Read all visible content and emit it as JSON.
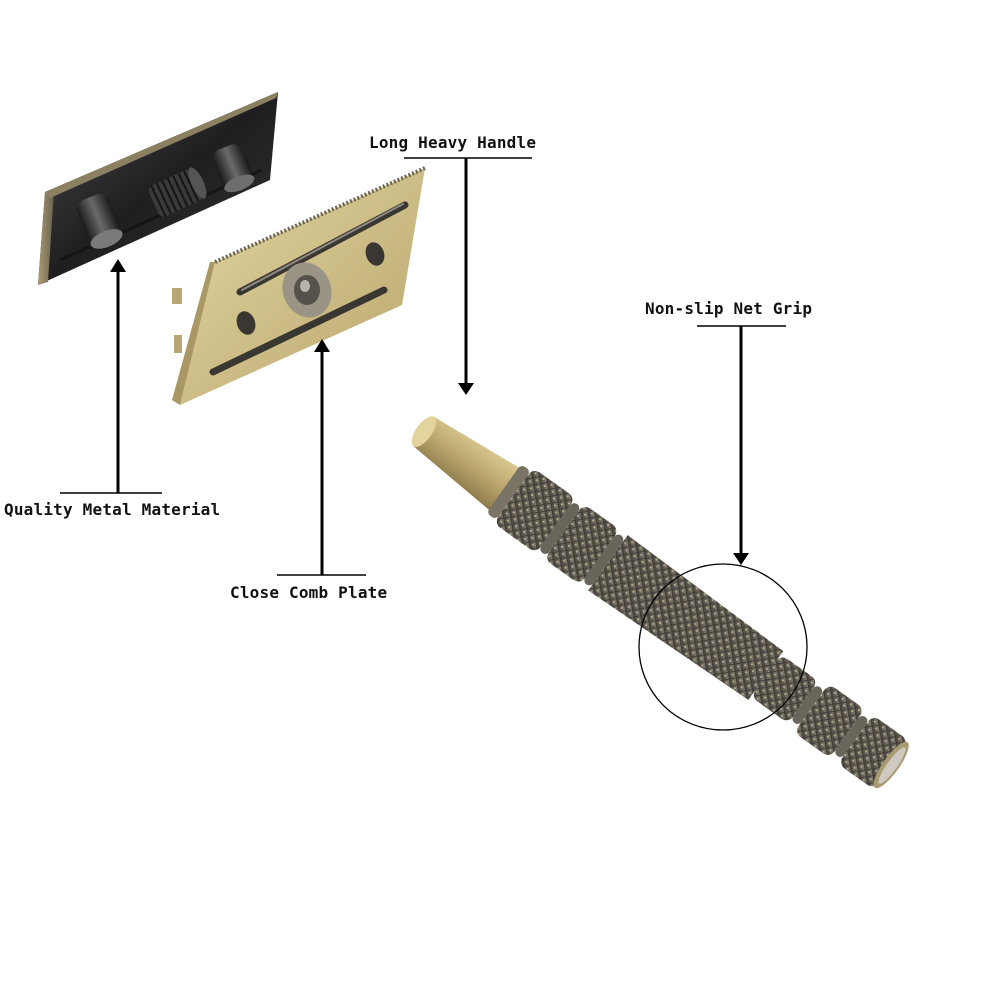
{
  "diagram": {
    "subject": "Safety razor (exploded view)",
    "background": "#ffffff",
    "parts": [
      {
        "id": "top-cap",
        "name": "Top cap with screw and pins",
        "color": "#2b2a2c"
      },
      {
        "id": "base-plate",
        "name": "Comb base plate",
        "color": "#cfc08a"
      },
      {
        "id": "handle",
        "name": "Knurled handle",
        "color": "#6d685e",
        "tip_color": "#bfae78"
      }
    ],
    "callouts": [
      {
        "id": "long-heavy-handle",
        "label": "Long Heavy Handle",
        "target": "handle",
        "arrow": "down"
      },
      {
        "id": "non-slip-net-grip",
        "label": "Non-slip Net Grip",
        "target": "handle-grip-circle",
        "arrow": "down"
      },
      {
        "id": "quality-metal-material",
        "label": "Quality Metal Material",
        "target": "top-cap",
        "arrow": "up"
      },
      {
        "id": "close-comb-plate",
        "label": "Close Comb Plate",
        "target": "base-plate",
        "arrow": "up"
      }
    ],
    "line_color": "#000000"
  }
}
